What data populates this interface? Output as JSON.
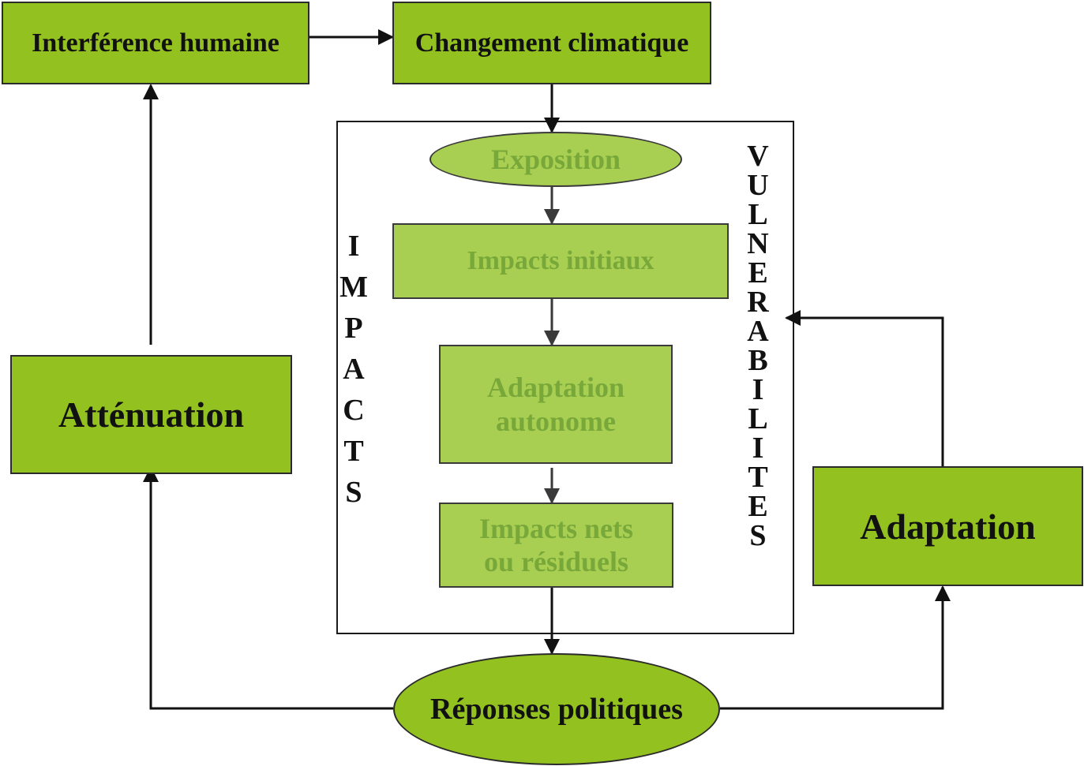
{
  "nodes": {
    "interference": "Interférence humaine",
    "changement": "Changement climatique",
    "exposition": "Exposition",
    "impacts_initiaux": "Impacts initiaux",
    "adaptation_autonome_l1": "Adaptation",
    "adaptation_autonome_l2": "autonome",
    "impacts_nets_l1": "Impacts nets",
    "impacts_nets_l2": "ou résiduels",
    "attenuation": "Atténuation",
    "adaptation": "Adaptation",
    "reponses": "Réponses politiques"
  },
  "side_labels": {
    "impacts": "IMPACTS",
    "vulnerabilites": "VULNERABILITES"
  },
  "colors": {
    "box_green": "#93c11f",
    "box_light_green": "#a9cf52",
    "light_text": "#78a83a"
  }
}
